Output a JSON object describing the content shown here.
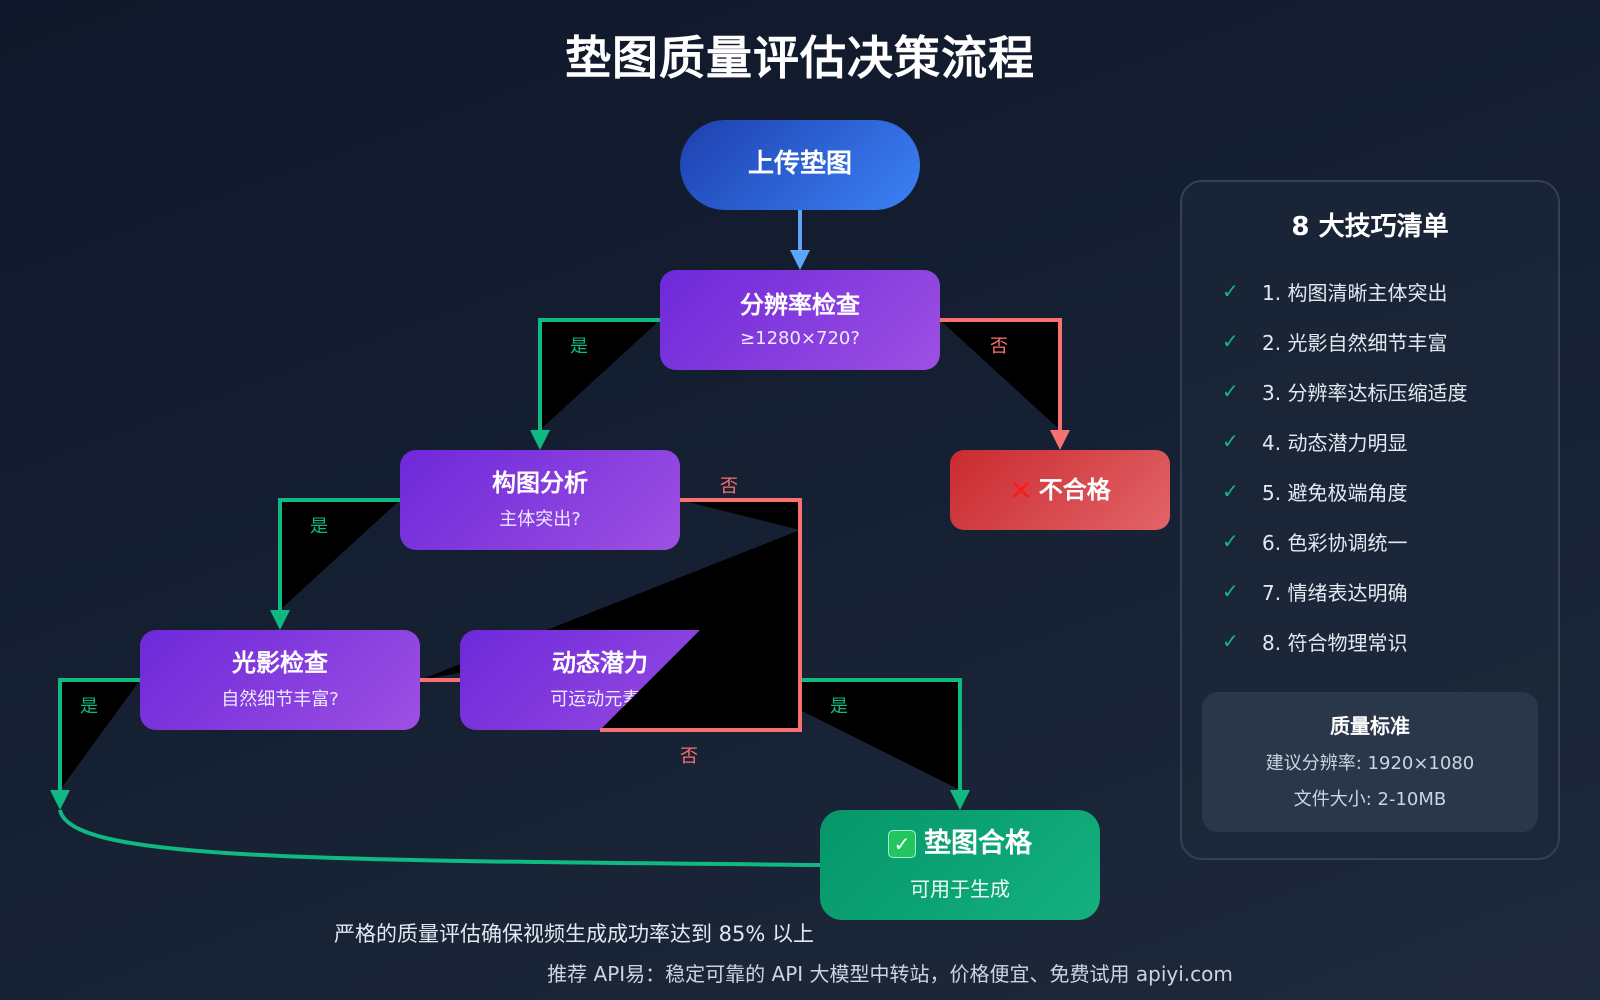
{
  "title": "垫图质量评估决策流程",
  "colors": {
    "yes": "#10b981",
    "no": "#f87171",
    "start_arrow": "#60a5fa",
    "decision": "#7c3aed",
    "fail": "#dc2626",
    "pass": "#059669"
  },
  "flow": {
    "start": {
      "label": "上传垫图"
    },
    "resolution": {
      "title": "分辨率检查",
      "question": "≥1280×720?"
    },
    "composition": {
      "title": "构图分析",
      "question": "主体突出?"
    },
    "lighting": {
      "title": "光影检查",
      "question": "自然细节丰富?"
    },
    "motion": {
      "title": "动态潜力",
      "question": "可运动元素?"
    },
    "fail": {
      "icon": "cross-mark-icon",
      "glyph": "✕",
      "label": "不合格"
    },
    "pass": {
      "icon": "check-box-icon",
      "glyph": "✓",
      "title": "垫图合格",
      "subtitle": "可用于生成"
    },
    "edges": {
      "res_yes": "是",
      "res_no": "否",
      "comp_yes": "是",
      "comp_no": "否",
      "light_yes": "是",
      "motion_yes": "是",
      "motion_no": "否"
    }
  },
  "checklist": {
    "title": "8 大技巧清单",
    "check_glyph": "✓",
    "items": [
      "1. 构图清晰主体突出",
      "2. 光影自然细节丰富",
      "3. 分辨率达标压缩适度",
      "4. 动态潜力明显",
      "5. 避免极端角度",
      "6. 色彩协调统一",
      "7. 情绪表达明确",
      "8. 符合物理常识"
    ],
    "standard": {
      "title": "质量标准",
      "resolution": "建议分辨率: 1920×1080",
      "file_size": "文件大小: 2-10MB"
    }
  },
  "footnote": "严格的质量评估确保视频生成成功率达到 85% 以上",
  "footer": "推荐 API易：稳定可靠的 API 大模型中转站，价格便宜、免费试用 apiyi.com"
}
